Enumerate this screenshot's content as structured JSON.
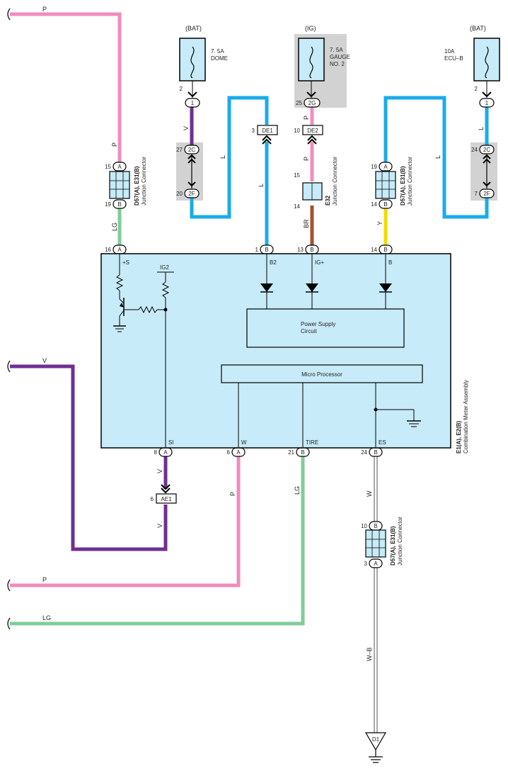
{
  "colors": {
    "P": "#f08cbe",
    "V": "#6e2f92",
    "L": "#1aabeb",
    "LG": "#7fcd9a",
    "BR": "#a0522d",
    "Y": "#f2dc00",
    "W": "#ffffff",
    "module": "#c7ebf8",
    "shade": "#d2d2d2"
  },
  "supplies": {
    "dome": {
      "source": "(BAT)",
      "amp": "7. 5A",
      "name": "DOME"
    },
    "gauge": {
      "source": "(IG)",
      "amp": "7. 5A",
      "line1": "GAUGE",
      "line2": "NO. 2"
    },
    "ecub": {
      "source": "(BAT)",
      "amp": "10A",
      "name": "ECU–B"
    }
  },
  "wires": {
    "p": "P",
    "v": "V",
    "l": "L",
    "lg": "LG",
    "br": "BR",
    "y": "Y",
    "w": "W",
    "wb": "W–B"
  },
  "pins": {
    "n1": "1",
    "n2": "2",
    "n3": "3",
    "n6": "6",
    "n7": "7",
    "n8": "8",
    "n10": "10",
    "n13": "13",
    "n14": "14",
    "n15": "15",
    "n16": "16",
    "n19": "19",
    "n20": "20",
    "n21": "21",
    "n24": "24",
    "n25": "25",
    "n27": "27",
    "c2C": "2C",
    "c2F": "2F",
    "c2G": "2G",
    "cA": "A",
    "cB": "B"
  },
  "connectors": {
    "de1": "DE1",
    "de2": "DE2",
    "ae1": "AE1",
    "d1": "D1"
  },
  "junctions": {
    "left": {
      "code": "D57(A), E31(B)",
      "desc": "Junction Connector"
    },
    "e32": {
      "code": "E32",
      "desc": "Junction Connector"
    },
    "right": {
      "code": "D57(A), E31(B)",
      "desc": "Junction Connector"
    },
    "bottom": {
      "code": "D57(A), E31(B)",
      "desc": "Junction Connector"
    }
  },
  "meter": {
    "code": "E1(A), E2(B)",
    "name": "Combination Meter Assembly",
    "terms": {
      "s": "+S",
      "ig2": "IG2",
      "b2": "B2",
      "igp": "IG+",
      "b": "B",
      "si": "SI",
      "w": "W",
      "tire": "TIRE",
      "es": "ES"
    },
    "psu_line1": "Power Supply",
    "psu_line2": "Circuit",
    "cpu": "Micro Processor"
  }
}
